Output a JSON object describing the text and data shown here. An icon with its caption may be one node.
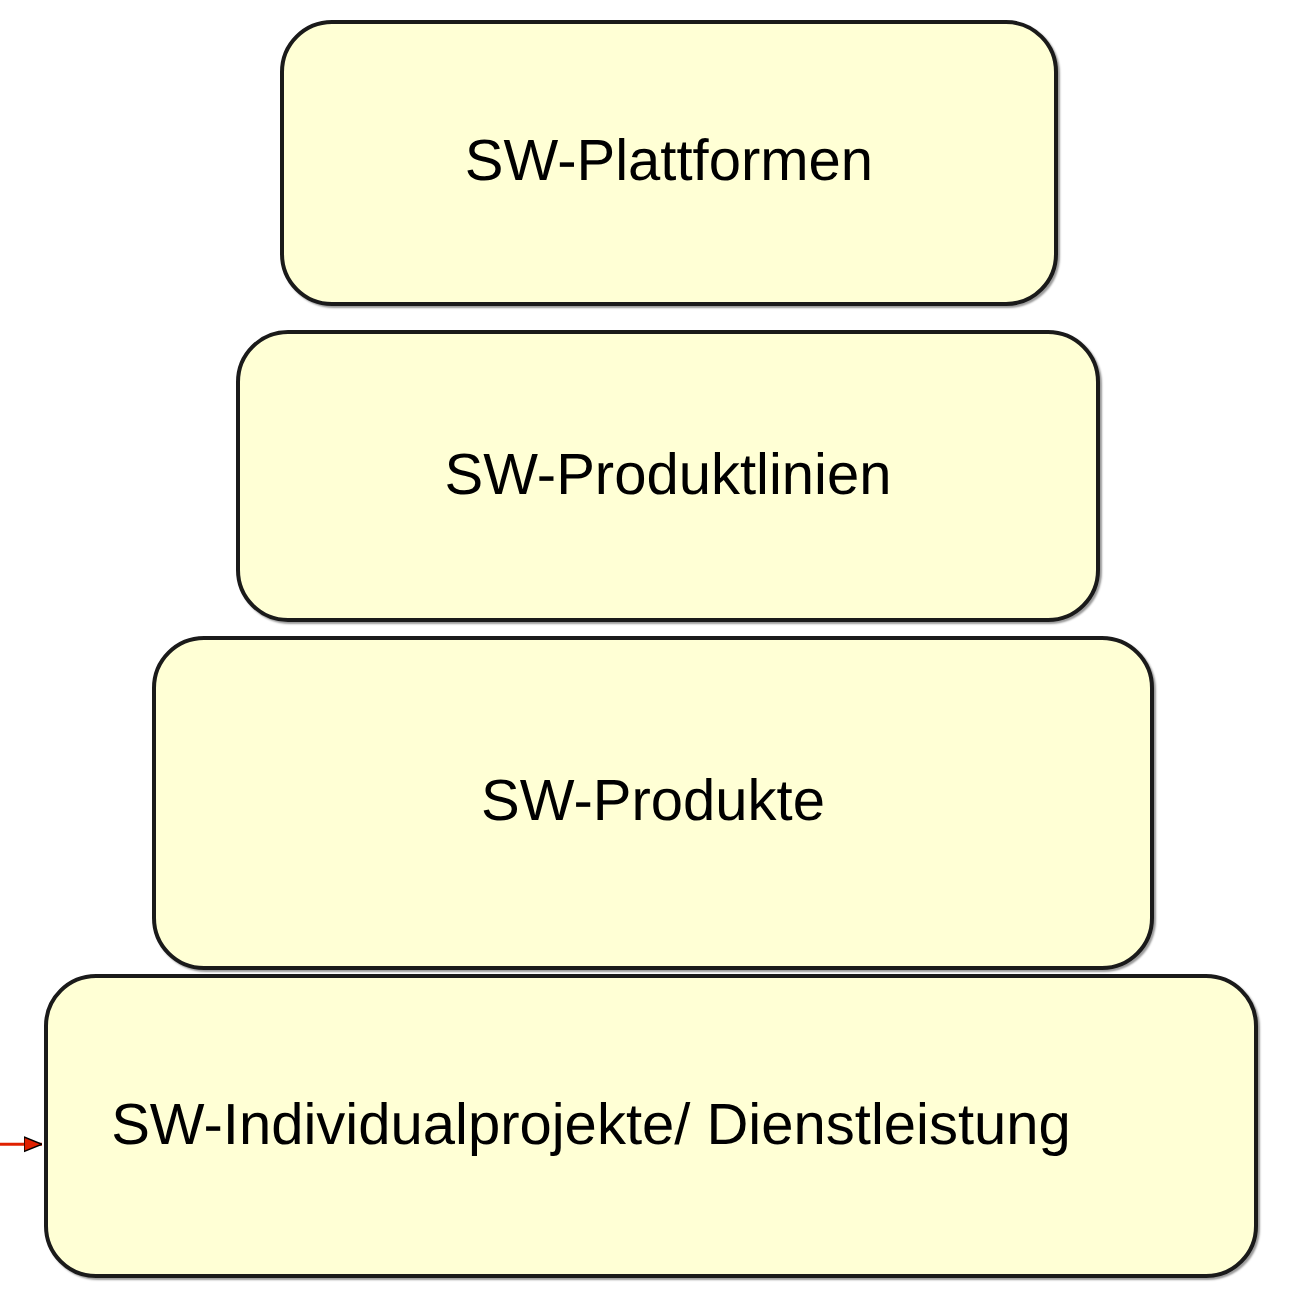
{
  "diagram": {
    "nodes": [
      {
        "text": [
          "SW-Plattformen"
        ]
      },
      {
        "text": [
          "SW-Produktlinien"
        ]
      },
      {
        "text": [
          "SW-Produkte"
        ]
      },
      {
        "text": [
          "SW-Individualprojekte/ Dienstleistung"
        ]
      }
    ],
    "edges": [
      {
        "from": null,
        "to": 3,
        "arrow": "to",
        "color": "#e02000"
      }
    ]
  }
}
